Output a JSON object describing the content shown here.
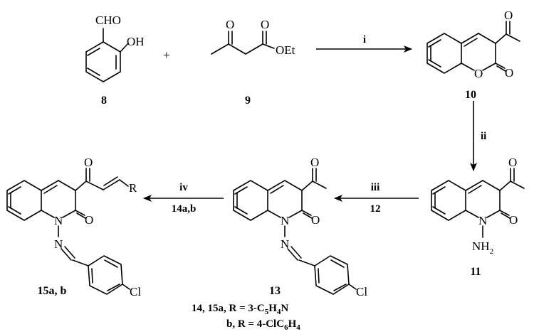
{
  "molecules": [
    {
      "id": "8",
      "label": "8",
      "atoms": [
        "CHO",
        "OH"
      ]
    },
    {
      "id": "9",
      "label": "9",
      "atoms": [
        "O",
        "O",
        "OEt"
      ]
    },
    {
      "id": "10",
      "label": "10",
      "atoms": [
        "O",
        "O",
        "O"
      ]
    },
    {
      "id": "11",
      "label": "11",
      "atoms": [
        "O",
        "O",
        "N",
        "NH",
        "2"
      ]
    },
    {
      "id": "13",
      "label": "13",
      "atoms": [
        "O",
        "O",
        "N",
        "N",
        "Cl"
      ]
    },
    {
      "id": "15",
      "label": "15a, b",
      "atoms": [
        "O",
        "R",
        "O",
        "N",
        "N",
        "Cl"
      ]
    }
  ],
  "plus_sign": "+",
  "steps": [
    {
      "id": "i",
      "label": "i",
      "reagent": ""
    },
    {
      "id": "ii",
      "label": "ii",
      "reagent": ""
    },
    {
      "id": "iii",
      "label": "iii",
      "reagent": "12"
    },
    {
      "id": "iv",
      "label": "iv",
      "reagent": "14a,b"
    }
  ],
  "footnote": {
    "line1_prefix": "14, 15a, R = 3-C",
    "line1_sub1": "5",
    "line1_mid": "H",
    "line1_sub2": "4",
    "line1_suffix": "N",
    "line2_prefix": "b, R = 4-ClC",
    "line2_sub1": "6",
    "line2_mid": "H",
    "line2_sub2": "4"
  }
}
